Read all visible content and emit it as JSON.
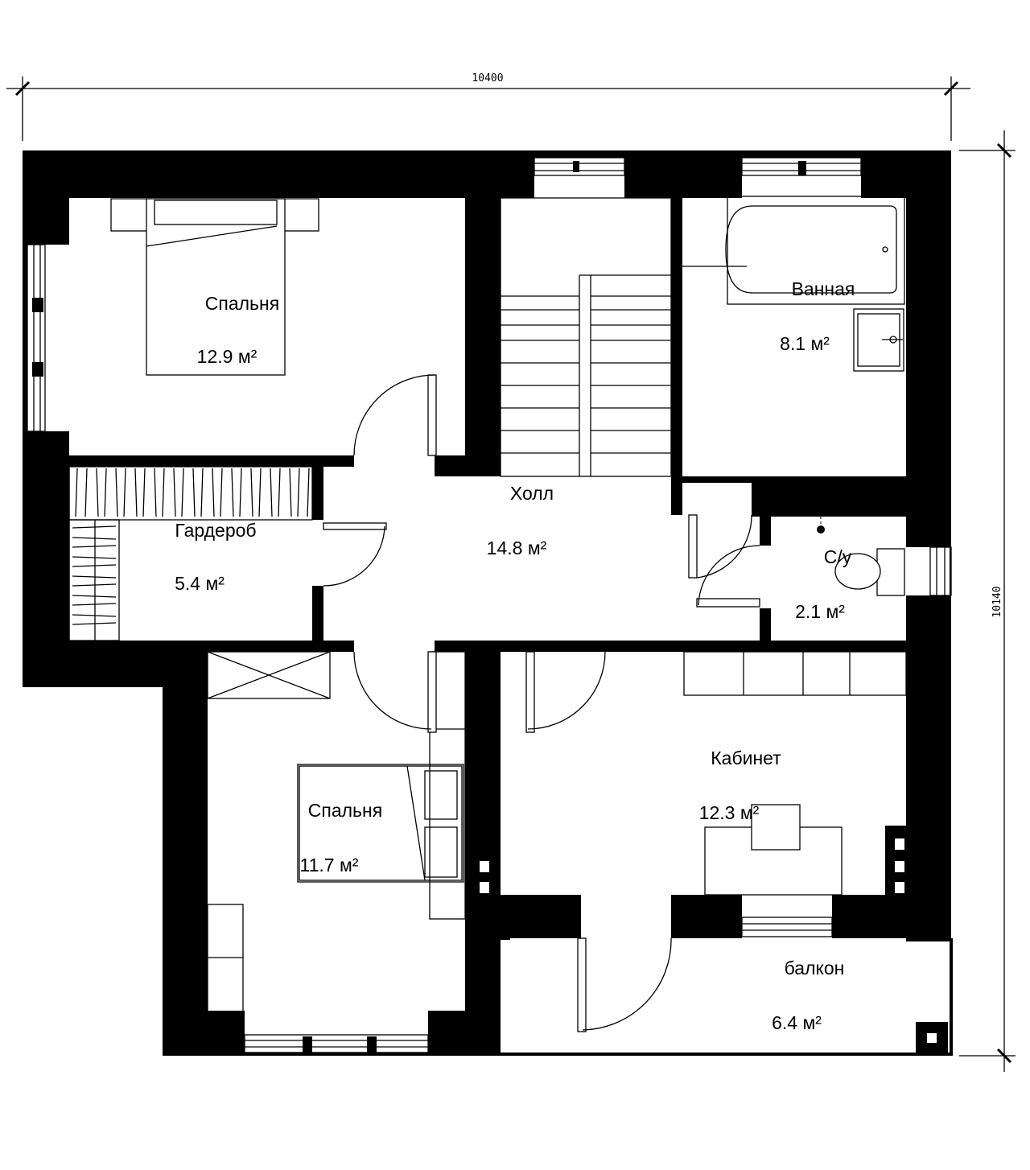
{
  "dimensions": {
    "width_label": "10400",
    "height_label": "10140"
  },
  "rooms": [
    {
      "id": "bedroom-1",
      "name": "Спальня",
      "area": "12.9 м²"
    },
    {
      "id": "bathroom",
      "name": "Ванная",
      "area": "8.1 м²"
    },
    {
      "id": "hall",
      "name": "Холл",
      "area": "14.8 м²"
    },
    {
      "id": "wardrobe",
      "name": "Гардероб",
      "area": "5.4 м²"
    },
    {
      "id": "wc",
      "name": "С/у",
      "area": "2.1 м²"
    },
    {
      "id": "office",
      "name": "Кабинет",
      "area": "12.3 м²"
    },
    {
      "id": "bedroom-2",
      "name": "Спальня",
      "area": "11.7 м²"
    },
    {
      "id": "balcony",
      "name": "балкон",
      "area": "6.4 м²"
    }
  ]
}
